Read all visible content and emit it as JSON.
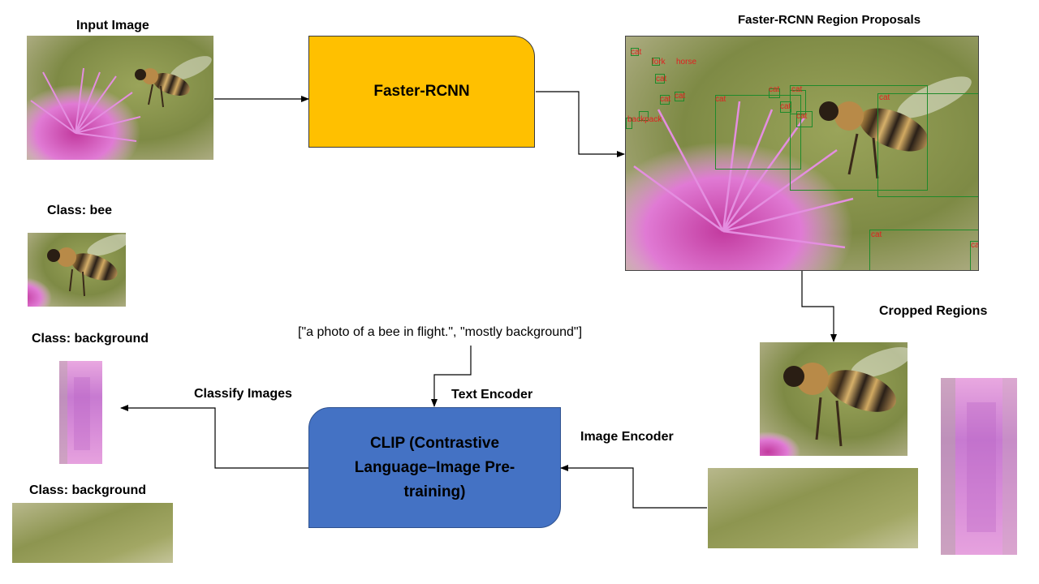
{
  "labels": {
    "input_image": "Input Image",
    "proposals": "Faster-RCNN Region Proposals",
    "cropped": "Cropped Regions",
    "class_bee": "Class: bee",
    "class_bg1": "Class: background",
    "class_bg2": "Class: background",
    "classify": "Classify Images",
    "text_encoder": "Text Encoder",
    "image_encoder": "Image Encoder",
    "prompts": "[\"a photo of a bee in flight.\", \"mostly background\"]"
  },
  "boxes": {
    "faster_rcnn": "Faster-RCNN",
    "clip": "CLIP (Contrastive Language–Image Pre-training)"
  },
  "proposal_tags": [
    "cat",
    "fork",
    "horse",
    "cat",
    "cat",
    "cat",
    "cat",
    "cat",
    "cat",
    "cat",
    "cat",
    "cat",
    "backpack",
    "cat",
    "cat"
  ],
  "colors": {
    "faster_rcnn_fill": "#ffc000",
    "clip_fill": "#4472c4",
    "proposal_box": "#1f8a2b",
    "proposal_text": "#e02020"
  }
}
